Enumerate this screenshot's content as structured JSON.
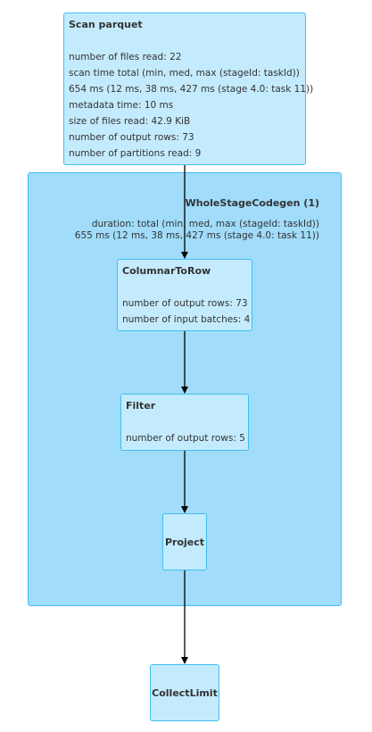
{
  "scan_parquet": {
    "title": "Scan parquet",
    "metrics": [
      "number of files read: 22",
      "scan time total (min, med, max (stageId: taskId))",
      "654 ms (12 ms, 38 ms, 427 ms (stage 4.0: task 11))",
      "metadata time: 10 ms",
      "size of files read: 42.9 KiB",
      "number of output rows: 73",
      "number of partitions read: 9"
    ]
  },
  "whole_stage_codegen": {
    "title": "WholeStageCodegen (1)",
    "duration_label": "duration: total (min, med, max (stageId: taskId))",
    "duration_value": "655 ms (12 ms, 38 ms, 427 ms (stage 4.0: task 11))"
  },
  "columnar_to_row": {
    "title": "ColumnarToRow",
    "metrics": [
      "number of output rows: 73",
      "number of input batches: 4"
    ]
  },
  "filter": {
    "title": "Filter",
    "metrics": [
      "number of output rows: 5"
    ]
  },
  "project": {
    "title": "Project"
  },
  "collect_limit": {
    "title": "CollectLimit"
  },
  "colors": {
    "node_fill": "#c4ebfd",
    "cluster_fill": "#a1dcfa",
    "border": "#3ec0f2",
    "edge": "#000000"
  }
}
